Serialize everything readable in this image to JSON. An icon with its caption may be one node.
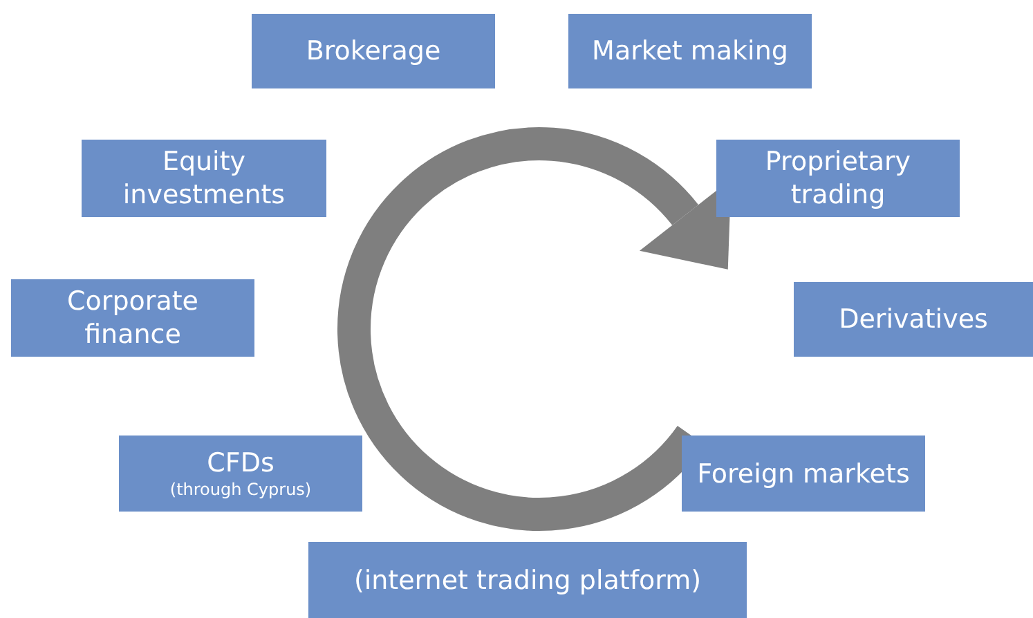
{
  "diagram": {
    "nodes": [
      {
        "text": [
          "Brokerage"
        ]
      },
      {
        "text": [
          "Market making"
        ]
      },
      {
        "text": [
          "Equity investments"
        ]
      },
      {
        "text": [
          "Proprietary trading"
        ]
      },
      {
        "text": [
          "Corporate finance"
        ]
      },
      {
        "text": [
          "Derivatives"
        ]
      },
      {
        "text": [
          "CFDs",
          "(through Cyprus)"
        ]
      },
      {
        "text": [
          "Foreign markets"
        ]
      },
      {
        "text": [
          "(internet trading platform)"
        ]
      }
    ]
  }
}
